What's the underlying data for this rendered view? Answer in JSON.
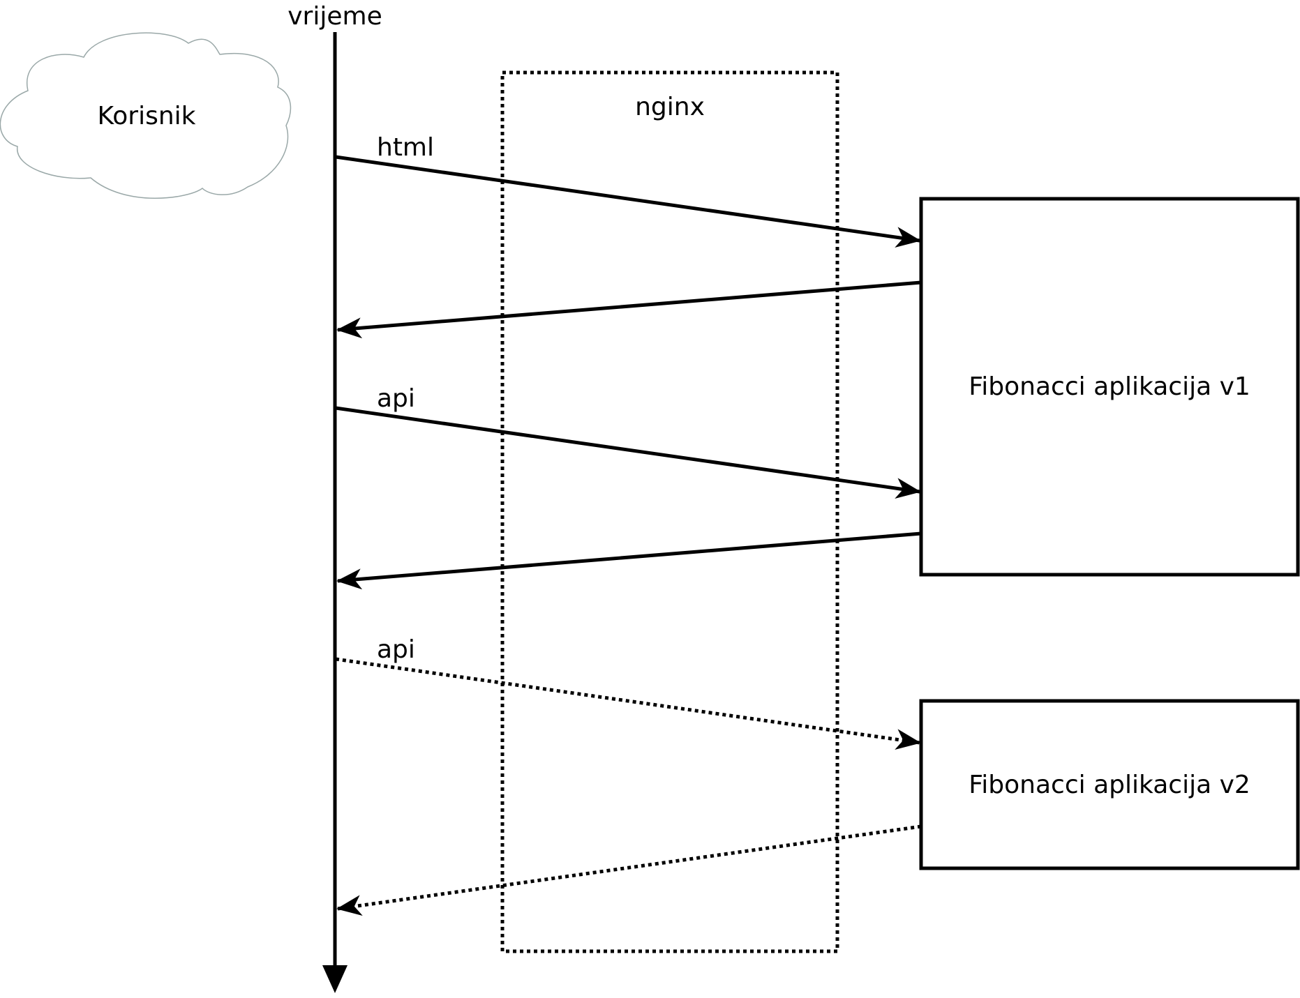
{
  "timeline": {
    "label": "vrijeme"
  },
  "user": {
    "label": "Korisnik"
  },
  "proxy": {
    "label": "nginx"
  },
  "apps": [
    {
      "label": "Fibonacci aplikacija v1"
    },
    {
      "label": "Fibonacci aplikacija v2"
    }
  ],
  "requests": [
    {
      "label": "html"
    },
    {
      "label": "api"
    },
    {
      "label": "api"
    }
  ],
  "colors": {
    "stroke": "#000000",
    "cloud_stroke": "#9aa8a8"
  }
}
